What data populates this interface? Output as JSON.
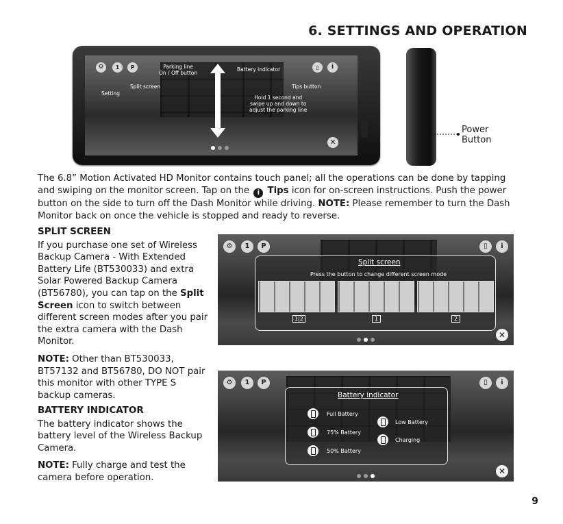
{
  "page": {
    "title": "6. SETTINGS AND OPERATION",
    "number": "9"
  },
  "monitor": {
    "labels": {
      "parking_line": "Parking line\nOn / Off button",
      "split_screen": "Split screen",
      "setting": "Setting",
      "battery_indicator": "Battery indicator",
      "tips_button": "Tips button",
      "hold_instruction": "Hold 1 second and\nswipe up and down to\nadjust the parking line"
    },
    "power_button_label": "Power\nButton"
  },
  "intro": {
    "part1": "The 6.8” Motion Activated HD Monitor contains touch panel; all the operations can be done by tapping and swiping on the monitor screen. Tap on the ",
    "tips_icon_glyph": "i",
    "tips_word": "Tips",
    "part2": " icon for on-screen instructions. Push the power button on the side to turn off the Dash Monitor while driving. ",
    "note_label": "NOTE:",
    "part3": " Please remember to turn the Dash Monitor back on once the vehicle is stopped and ready to reverse."
  },
  "split_screen": {
    "heading": "SPLIT SCREEN",
    "body1": "If you purchase one set of Wireless Backup Camera - With Extended Battery Life (BT530033) and extra Solar Powered Backup Camera (BT56780), you can tap on the ",
    "bold": "Split Screen",
    "body2": " icon to switch between different screen modes after you pair the extra camera with the Dash Monitor.",
    "note_label": "NOTE:",
    "note_text": " Other than BT530033, BT57132 and BT56780, DO NOT pair this monitor with other TYPE S backup cameras.",
    "panel_title": "Split screen",
    "panel_subtitle": "Press the button to change different screen mode",
    "modes": [
      "1|2",
      "1",
      "2"
    ]
  },
  "battery_indicator": {
    "heading": "BATTERY INDICATOR",
    "body": "The battery indicator shows the battery level of the Wireless Backup Camera.",
    "note_label": "NOTE:",
    "note_text": " Fully charge and test the camera before operation.",
    "panel_title": "Battery indicator",
    "items": [
      "Full Battery",
      "75% Battery",
      "50% Battery",
      "Low Battery",
      "Charging"
    ]
  },
  "icons": {
    "setting": "gear-icon",
    "split": "split-screen-icon",
    "parking": "parking-line-icon",
    "battery": "battery-icon",
    "tips": "info-icon",
    "close": "close-icon"
  }
}
